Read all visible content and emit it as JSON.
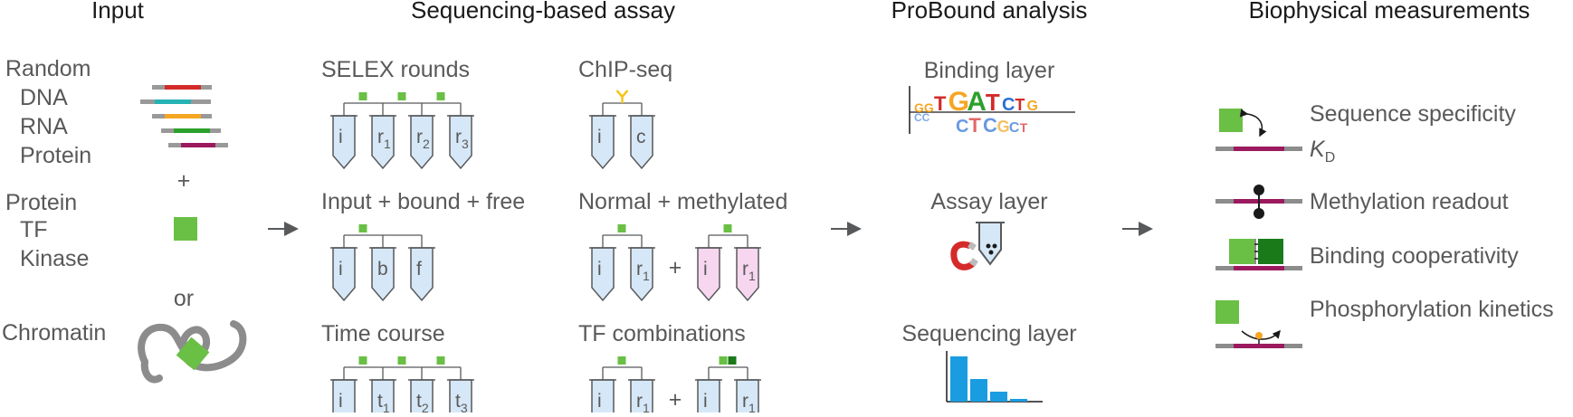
{
  "columns": {
    "input": "Input",
    "assay": "Sequencing-based assay",
    "analysis": "ProBound analysis",
    "measurements": "Biophysical measurements"
  },
  "input": {
    "random": "Random",
    "dna": "DNA",
    "rna": "RNA",
    "protein_lib": "Protein",
    "plus": "+",
    "protein": "Protein",
    "tf": "TF",
    "kinase": "Kinase",
    "or": "or",
    "chromatin": "Chromatin"
  },
  "assays": {
    "selex": {
      "title": "SELEX rounds",
      "tubes": [
        [
          "i",
          ""
        ],
        [
          "r",
          "1"
        ],
        [
          "r",
          "2"
        ],
        [
          "r",
          "3"
        ]
      ]
    },
    "chip": {
      "title": "ChIP-seq",
      "tubes": [
        [
          "i",
          ""
        ],
        [
          "c",
          ""
        ]
      ]
    },
    "ibf": {
      "title": "Input + bound + free",
      "tubes": [
        [
          "i",
          ""
        ],
        [
          "b",
          ""
        ],
        [
          "f",
          ""
        ]
      ]
    },
    "methyl": {
      "title": "Normal + methylated",
      "tubes": [
        [
          "i",
          ""
        ],
        [
          "r",
          "1"
        ],
        [
          "i",
          ""
        ],
        [
          "r",
          "1"
        ]
      ],
      "plus": "+"
    },
    "time": {
      "title": "Time course",
      "tubes": [
        [
          "i",
          ""
        ],
        [
          "t",
          "1"
        ],
        [
          "t",
          "2"
        ],
        [
          "t",
          "3"
        ]
      ]
    },
    "tfcomb": {
      "title": "TF combinations",
      "tubes": [
        [
          "i",
          ""
        ],
        [
          "r",
          "1"
        ],
        [
          "i",
          ""
        ],
        [
          "r",
          "1"
        ]
      ],
      "plus": "+"
    }
  },
  "analysis": {
    "binding": "Binding layer",
    "assay": "Assay layer",
    "sequencing": "Sequencing layer",
    "logo_top": [
      "T",
      "G",
      "A",
      "T",
      "C",
      "T",
      "G"
    ],
    "logo_bottom": [
      "C",
      "T",
      "C",
      "G",
      "C",
      "T"
    ],
    "seq_bars": [
      1.0,
      0.5,
      0.22,
      0.06
    ]
  },
  "measurements": {
    "specificity": "Sequence specificity",
    "kd_main": "K",
    "kd_sub": "D",
    "methylation": "Methylation readout",
    "cooperativity": "Binding cooperativity",
    "phospho": "Phosphorylation kinetics"
  },
  "colors": {
    "tf_green": "#6abf45",
    "tf_dark": "#1a7a1a",
    "tube_blue": "#d6e8f7",
    "tube_pink": "#f7d6f0",
    "dna_purple": "#9b1a5e",
    "gray": "#8c8c8c",
    "bar_blue": "#1a9ce0"
  }
}
